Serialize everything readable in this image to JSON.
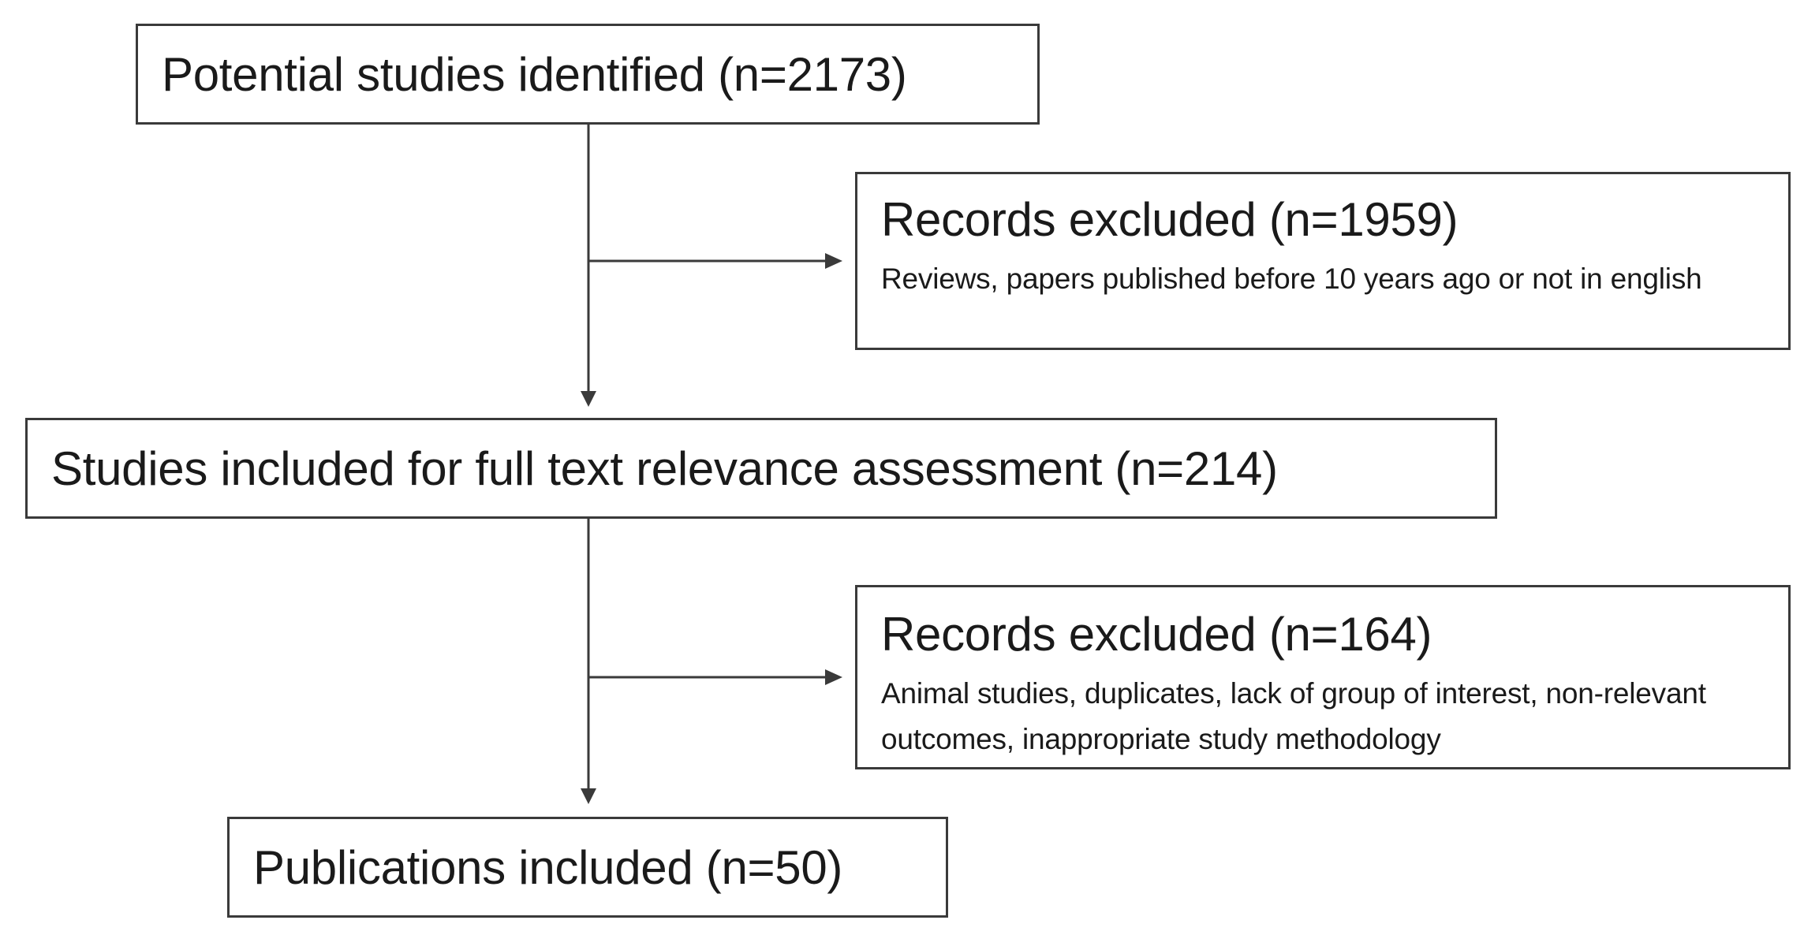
{
  "flowchart": {
    "identified": "Potential studies identified (n=2173)",
    "excluded_first": {
      "title": "Records excluded (n=1959)",
      "detail": "Reviews, papers published before 10 years ago or not in english"
    },
    "full_text": "Studies included for full text relevance assessment (n=214)",
    "excluded_second": {
      "title": "Records excluded (n=164)",
      "detail": "Animal studies, duplicates, lack of group of interest, non-relevant outcomes, inappropriate study methodology"
    },
    "included": "Publications included (n=50)"
  },
  "colors": {
    "line": "#3a3a3a",
    "text": "#1a1a1a",
    "background": "#ffffff"
  }
}
